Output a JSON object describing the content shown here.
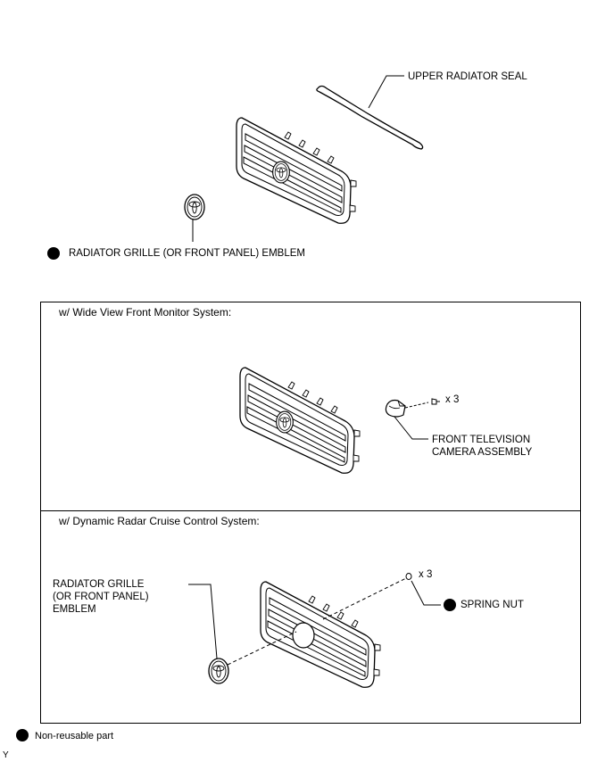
{
  "top": {
    "upper_radiator_seal": "UPPER RADIATOR SEAL",
    "emblem_label": "RADIATOR GRILLE (OR FRONT PANEL) EMBLEM"
  },
  "panel_monitor": {
    "title": "w/ Wide View Front Monitor System:",
    "qty": "x 3",
    "camera_line1": "FRONT TELEVISION",
    "camera_line2": "CAMERA ASSEMBLY"
  },
  "panel_radar": {
    "title": "w/ Dynamic Radar Cruise Control System:",
    "emblem_line1": "RADIATOR GRILLE",
    "emblem_line2": "(OR FRONT PANEL)",
    "emblem_line3": "EMBLEM",
    "qty": "x 3",
    "spring_nut": "SPRING NUT"
  },
  "legend": {
    "non_reusable": "Non-reusable part"
  },
  "corner_mark": "Y"
}
